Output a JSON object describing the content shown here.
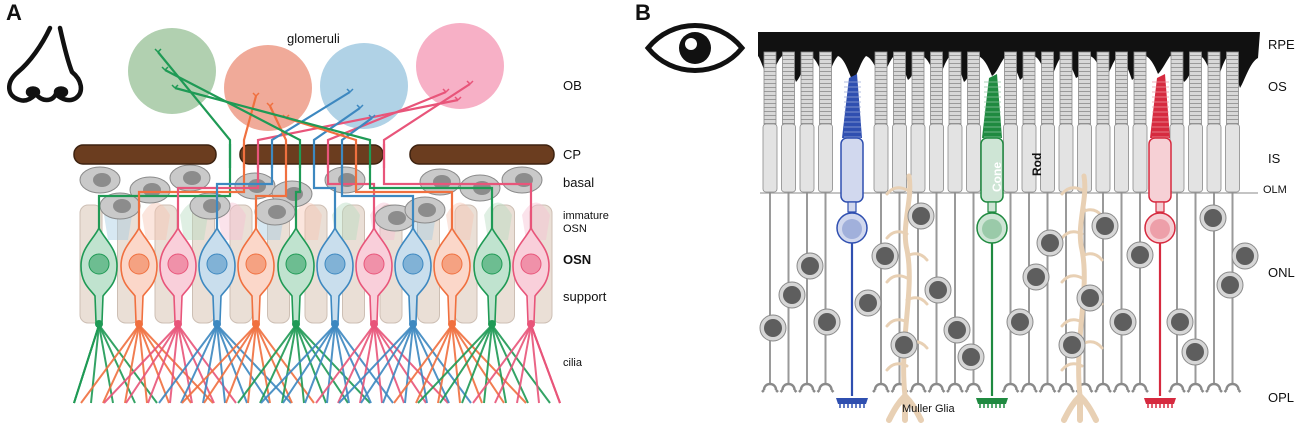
{
  "panel_a": {
    "letter": "A",
    "glomeruli_label": "glomeruli",
    "labels": {
      "ob": "OB",
      "cp": "CP",
      "basal": "basal",
      "immature_1": "immature",
      "immature_2": "OSN",
      "osn": "OSN",
      "support": "support",
      "cilia": "cilia"
    },
    "neuron_colors": [
      "#1f9a55",
      "#f0703f",
      "#e8557a",
      "#3d88c0",
      "#f0703f",
      "#1f9a55",
      "#3d88c0",
      "#e8557a",
      "#3d88c0",
      "#f0703f",
      "#1f9a55",
      "#e8557a"
    ],
    "glomerulus_colors": [
      "#a9cba7",
      "#eea18e",
      "#a7cde3",
      "#f6a7c0"
    ]
  },
  "panel_b": {
    "letter": "B",
    "labels": {
      "rpe": "RPE",
      "os": "OS",
      "is": "IS",
      "olm": "OLM",
      "onl": "ONL",
      "opl": "OPL",
      "cone": "Cone",
      "rod": "Rod",
      "muller": "Muller Glia"
    },
    "cone_colors": [
      "#2f4fb0",
      "#1f8a40",
      "#d62a3f"
    ]
  }
}
